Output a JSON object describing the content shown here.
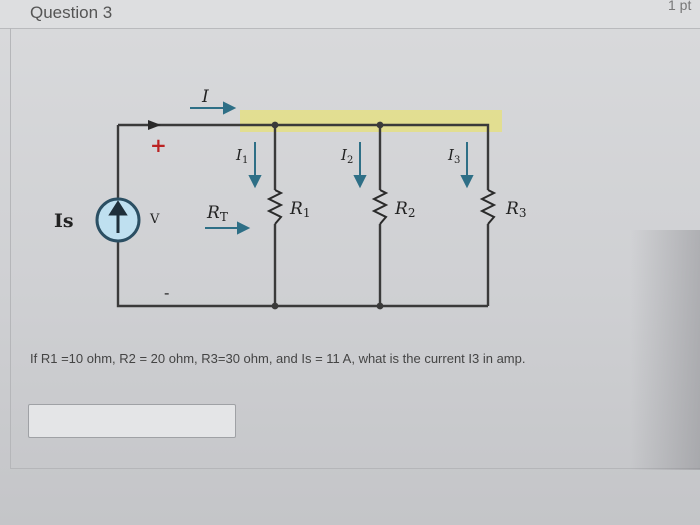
{
  "header": {
    "question_title": "Question 3",
    "points": "1 pt"
  },
  "circuit": {
    "source_label": "Is",
    "source_symbol": "↑",
    "voltage_label": "V",
    "plus_sign": "+",
    "minus_sign": "-",
    "total_current_label": "I",
    "rt_label": "R",
    "rt_sub": "T",
    "resistors": [
      {
        "name": "R",
        "sub": "1",
        "current": "I",
        "current_sub": "1"
      },
      {
        "name": "R",
        "sub": "2",
        "current": "I",
        "current_sub": "2"
      },
      {
        "name": "R",
        "sub": "3",
        "current": "I",
        "current_sub": "3"
      }
    ],
    "colors": {
      "wire": "#3a3a3a",
      "arrow": "#2e6f86",
      "highlight": "#e6e07a",
      "source_fill": "#bfe0f0"
    }
  },
  "question": {
    "text": "If R1 =10 ohm, R2 = 20 ohm,  R3=30 ohm, and Is = 11 A, what is the current I3 in amp."
  },
  "answer": {
    "value": "",
    "placeholder": ""
  }
}
